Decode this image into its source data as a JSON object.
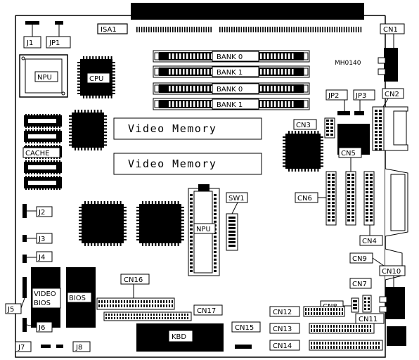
{
  "labels": {
    "isa1": "ISA1",
    "j1": "J1",
    "jp1": "JP1",
    "npu_top": "NPU",
    "cpu": "CPU",
    "bank0_a": "BANK 0",
    "bank1_a": "BANK 1",
    "bank0_b": "BANK 0",
    "bank1_b": "BANK 1",
    "model": "MH0140",
    "cn1": "CN1",
    "jp2": "JP2",
    "jp3": "JP3",
    "cn2": "CN2",
    "cn3": "CN3",
    "cn5": "CN5",
    "video_memory_1": "Video Memory",
    "video_memory_2": "Video Memory",
    "cache": "CACHE",
    "cn6": "CN6",
    "sw1": "SW1",
    "npu_mid": "NPU",
    "j2": "J2",
    "j3": "J3",
    "j4": "J4",
    "cn4": "CN4",
    "cn9": "CN9",
    "cn10": "CN10",
    "video_bios_1": "VIDEO",
    "video_bios_2": "BIOS",
    "bios": "BIOS",
    "j5": "J5",
    "cn16": "CN16",
    "cn7": "CN7",
    "cn8": "CN8",
    "cn12": "CN12",
    "cn11": "CN11",
    "cn17": "CN17",
    "j6": "J6",
    "cn13": "CN13",
    "cn15": "CN15",
    "kbd": "KBD",
    "j7": "J7",
    "j8": "J8",
    "cn14": "CN14"
  }
}
